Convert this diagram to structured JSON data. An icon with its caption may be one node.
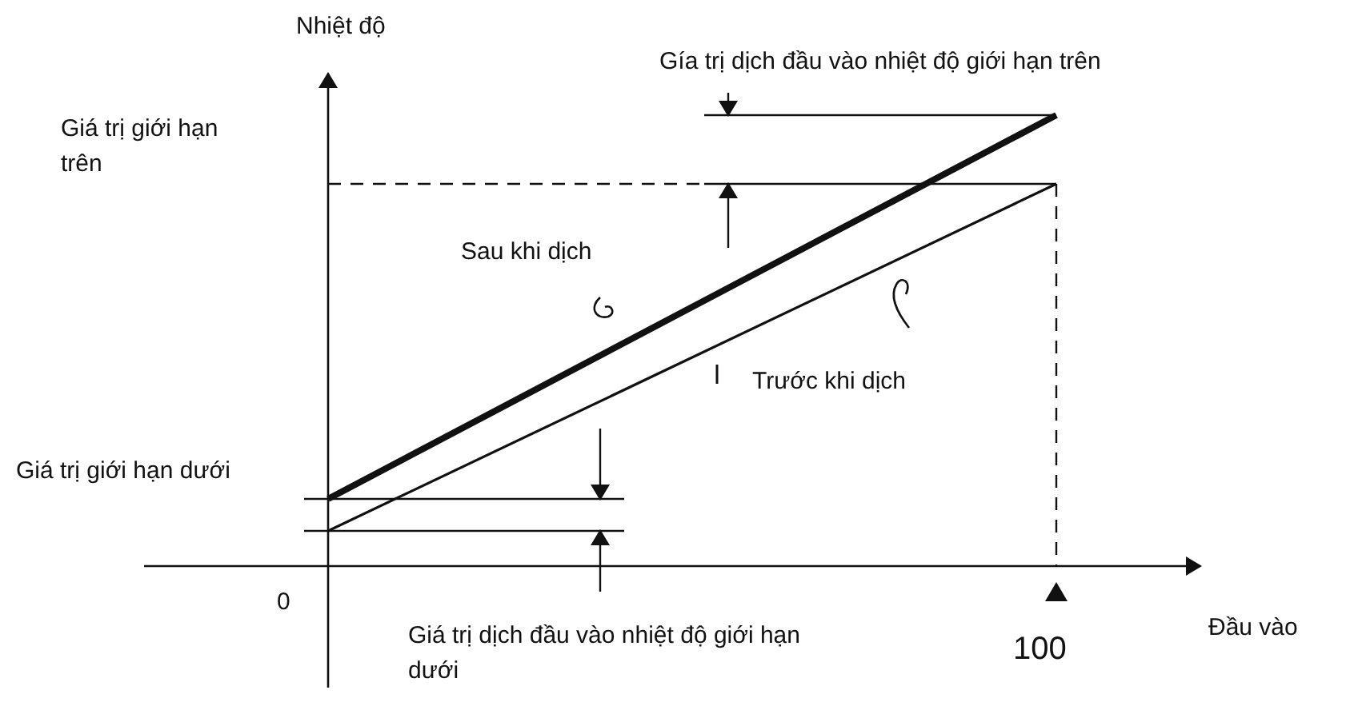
{
  "diagram": {
    "labels": [
      "Nhiệt độ",
      "Gía trị dịch đầu vào nhiệt độ giới hạn trên",
      "Giá trị giới hạn trên",
      "Sau khi dịch",
      "Trước khi dịch",
      "Giá trị giới hạn dưới",
      "0",
      "Giá trị dịch đầu vào nhiệt độ giới hạn dưới",
      "100",
      "Đầu vào"
    ]
  }
}
